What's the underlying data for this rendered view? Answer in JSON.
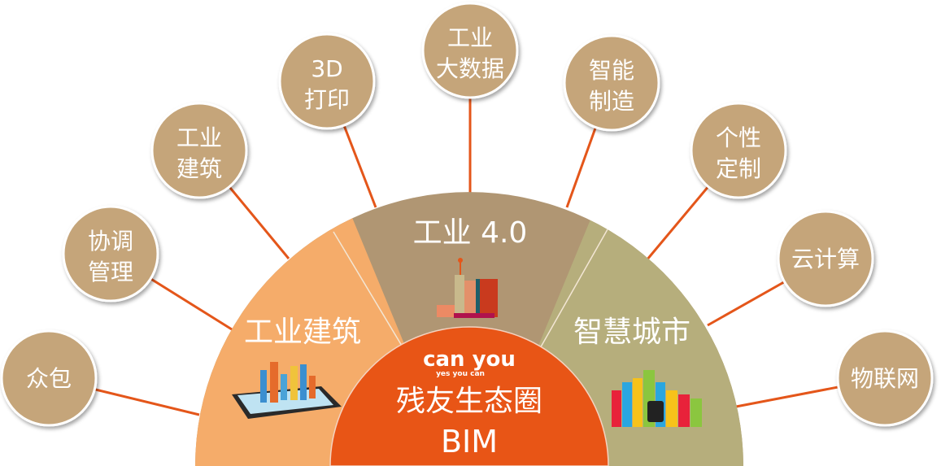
{
  "colors": {
    "line": "#e4561a",
    "node": "#c5a57a",
    "left": "#f5ac6a",
    "top": "#b09673",
    "right": "#b6ae7c",
    "center": "#e85516"
  },
  "center": {
    "logo": "can you",
    "tagline": "yes you can",
    "title": "残友生态圈",
    "subtitle": "BIM"
  },
  "segments": {
    "left": "工业建筑",
    "top": "工业 4.0",
    "right": "智慧城市"
  },
  "nodes": [
    {
      "lines": [
        "众包"
      ]
    },
    {
      "lines": [
        "协调",
        "管理"
      ]
    },
    {
      "lines": [
        "工业",
        "建筑"
      ]
    },
    {
      "lines": [
        "3D",
        "打印"
      ]
    },
    {
      "lines": [
        "工业",
        "大数据"
      ]
    },
    {
      "lines": [
        "智能",
        "制造"
      ]
    },
    {
      "lines": [
        "个性",
        "定制"
      ]
    },
    {
      "lines": [
        "云计算"
      ]
    },
    {
      "lines": [
        "物联网"
      ]
    }
  ]
}
